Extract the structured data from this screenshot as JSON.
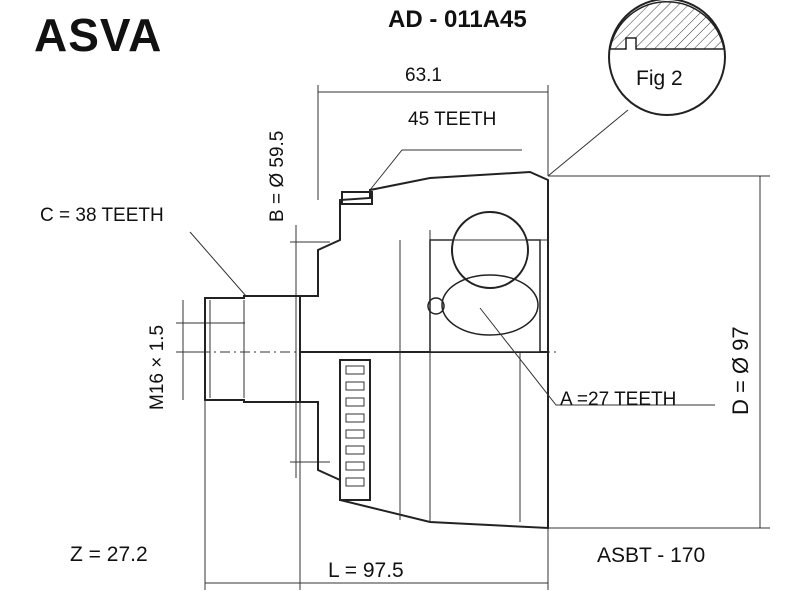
{
  "header": {
    "brand": "ASVA",
    "part_number": "AD - 011A45"
  },
  "detail": {
    "label": "Fig 2"
  },
  "dimensions": {
    "outer_length_top": "63.1",
    "outer_teeth": "45 TEETH",
    "b_label": "B = Ø 59.5",
    "c_label": "C = 38 TEETH",
    "thread_label": "M16 × 1.5",
    "a_label": "A =27 TEETH",
    "d_label": "D = Ø 97"
  },
  "footer": {
    "z_label": "Z = 27.2",
    "l_label": "L = 97.5",
    "boot_code": "ASBT - 170"
  }
}
